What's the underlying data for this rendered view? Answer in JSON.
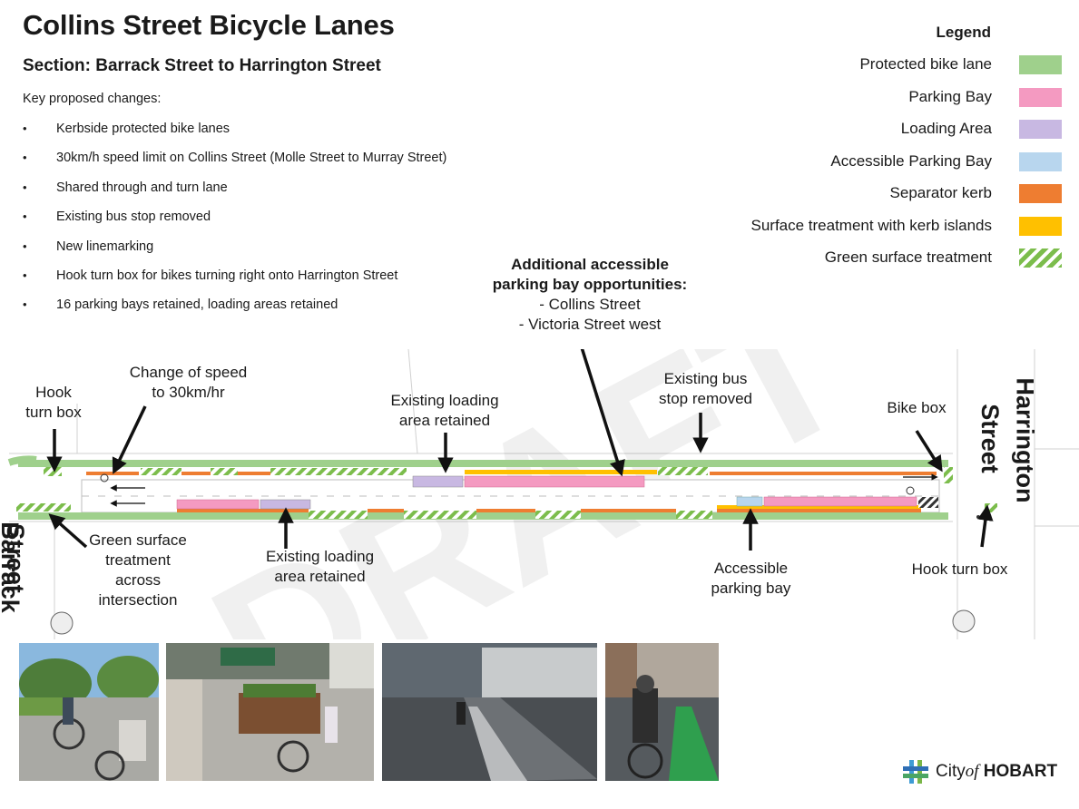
{
  "title": "Collins Street Bicycle Lanes",
  "section": "Section: Barrack Street to Harrington Street",
  "intro": "Key proposed changes:",
  "changes": [
    "Kerbside protected bike lanes",
    "30km/h speed limit on Collins Street (Molle Street to Murray Street)",
    "Shared through and turn lane",
    "Existing bus stop removed",
    "New linemarking",
    "Hook turn box for bikes turning right onto Harrington Street",
    "16 parking bays retained, loading areas retained"
  ],
  "legend": {
    "title": "Legend",
    "items": [
      {
        "label": "Protected bike lane",
        "color": "#9fd08c"
      },
      {
        "label": "Parking Bay",
        "color": "#f49ac1"
      },
      {
        "label": "Loading Area",
        "color": "#c8b8e2"
      },
      {
        "label": "Accessible Parking Bay",
        "color": "#b8d6ee"
      },
      {
        "label": "Separator kerb",
        "color": "#ee7d31"
      },
      {
        "label": "Surface treatment with kerb islands",
        "color": "#ffc000"
      },
      {
        "label": "Green surface treatment",
        "color": "#7cbd4c"
      }
    ]
  },
  "callout": {
    "head1": "Additional accessible",
    "head2": "parking bay opportunities:",
    "item1": "- Collins Street",
    "item2": "- Victoria Street west"
  },
  "labels": {
    "hook_left_1": "Hook",
    "hook_left_2": "turn box",
    "speed_1": "Change of speed",
    "speed_2": "to 30km/hr",
    "load_top_1": "Existing loading",
    "load_top_2": "area retained",
    "bus_1": "Existing bus",
    "bus_2": "stop removed",
    "bike_box": "Bike box",
    "green_1": "Green surface",
    "green_2": "treatment",
    "green_3": "across",
    "green_4": "intersection",
    "load_bot_1": "Existing loading",
    "load_bot_2": "area retained",
    "acc_1": "Accessible",
    "acc_2": "parking bay",
    "hook_right": "Hook turn box"
  },
  "streets": {
    "barrack": "Barrack",
    "barrack_2": "Street",
    "harrington": "Harrington",
    "harrington_2": "Street"
  },
  "logo": {
    "city": "City",
    "of": "of",
    "name": "HOBART"
  }
}
